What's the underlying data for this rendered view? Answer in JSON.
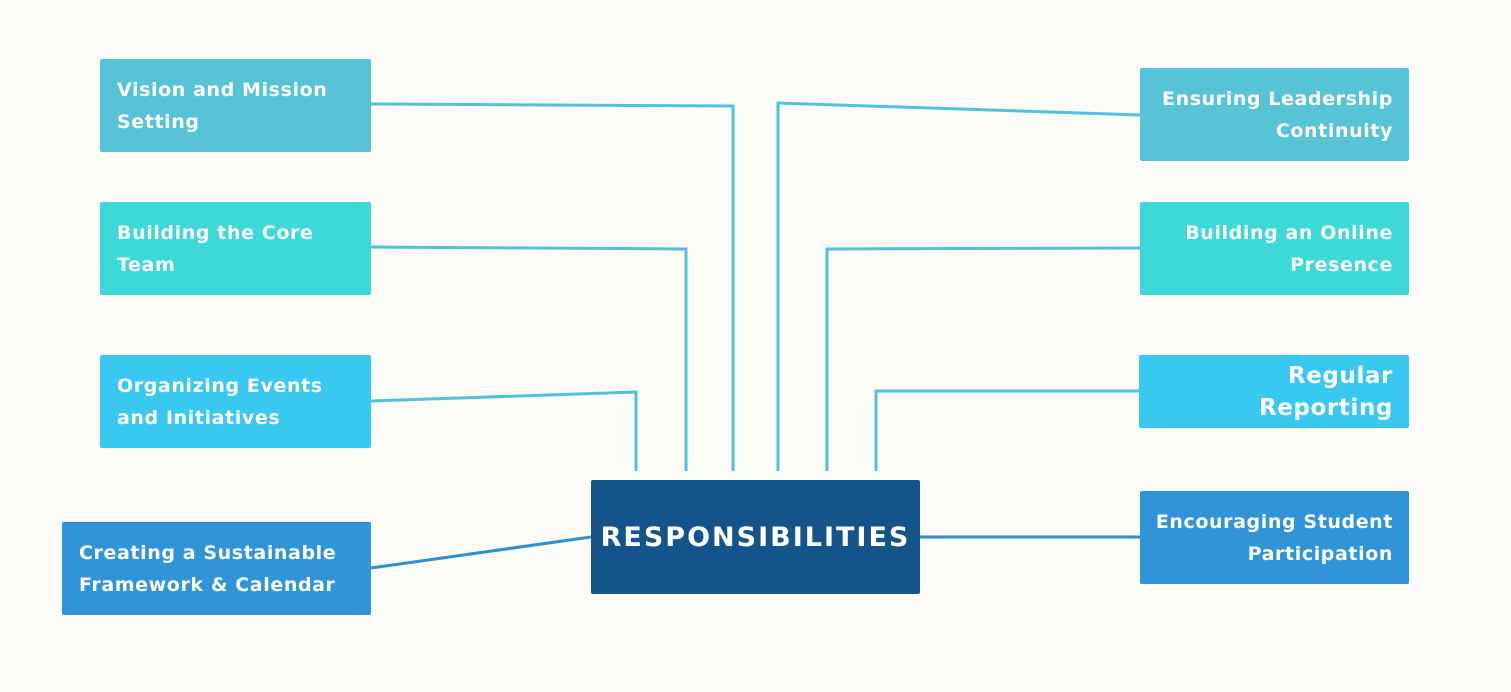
{
  "diagram": {
    "center": {
      "label": "RESPONSIBILITIES",
      "color": "#15548a"
    },
    "nodes": [
      {
        "id": "vision-mission",
        "label": "Vision and Mission Setting",
        "side": "left",
        "color": "#56c4d6"
      },
      {
        "id": "core-team",
        "label": "Building the Core Team",
        "side": "left",
        "color": "#3dd9d9"
      },
      {
        "id": "events-initiatives",
        "label": "Organizing Events and Initiatives",
        "side": "left",
        "color": "#38c8f0"
      },
      {
        "id": "framework-calendar",
        "label": "Creating a Sustainable Framework & Calendar",
        "side": "left",
        "color": "#2f94d8"
      },
      {
        "id": "leadership-continuity",
        "label": "Ensuring Leadership Continuity",
        "side": "right",
        "color": "#56c4d6"
      },
      {
        "id": "online-presence",
        "label": "Building an Online Presence",
        "side": "right",
        "color": "#3dd9d9"
      },
      {
        "id": "regular-reporting",
        "label": "Regular Reporting",
        "side": "right",
        "color": "#38c8f0"
      },
      {
        "id": "student-participation",
        "label": "Encouraging Student Participation",
        "side": "right",
        "color": "#2f94d8"
      }
    ],
    "edges": [
      {
        "from": "vision-mission",
        "to": "center"
      },
      {
        "from": "core-team",
        "to": "center"
      },
      {
        "from": "events-initiatives",
        "to": "center"
      },
      {
        "from": "framework-calendar",
        "to": "center"
      },
      {
        "from": "leadership-continuity",
        "to": "center"
      },
      {
        "from": "online-presence",
        "to": "center"
      },
      {
        "from": "regular-reporting",
        "to": "center"
      },
      {
        "from": "student-participation",
        "to": "center"
      }
    ],
    "connector_colors": {
      "light": "#4fc3dc",
      "dark": "#2f8fd0"
    }
  }
}
